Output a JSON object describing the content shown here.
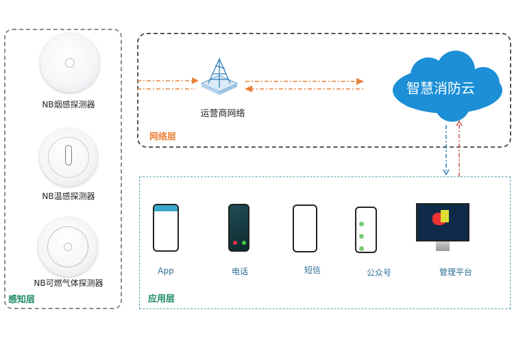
{
  "perception": {
    "title": "感知层",
    "devices": [
      {
        "label": "NB烟感探测器"
      },
      {
        "label": "NB温感探测器"
      },
      {
        "label": "NB可燃气体探测器"
      }
    ]
  },
  "network": {
    "title": "网络层",
    "carrier": "运营商网络",
    "cloud": "智慧消防云"
  },
  "application": {
    "title": "应用层",
    "items": [
      {
        "label": "App"
      },
      {
        "label": "电话"
      },
      {
        "label": "短信"
      },
      {
        "label": "公众号"
      },
      {
        "label": "管理平台"
      }
    ]
  },
  "colors": {
    "orange": "#e98238",
    "blue": "#1c8fd6",
    "green": "#1f8a6a",
    "appText": "#2b6d94"
  }
}
